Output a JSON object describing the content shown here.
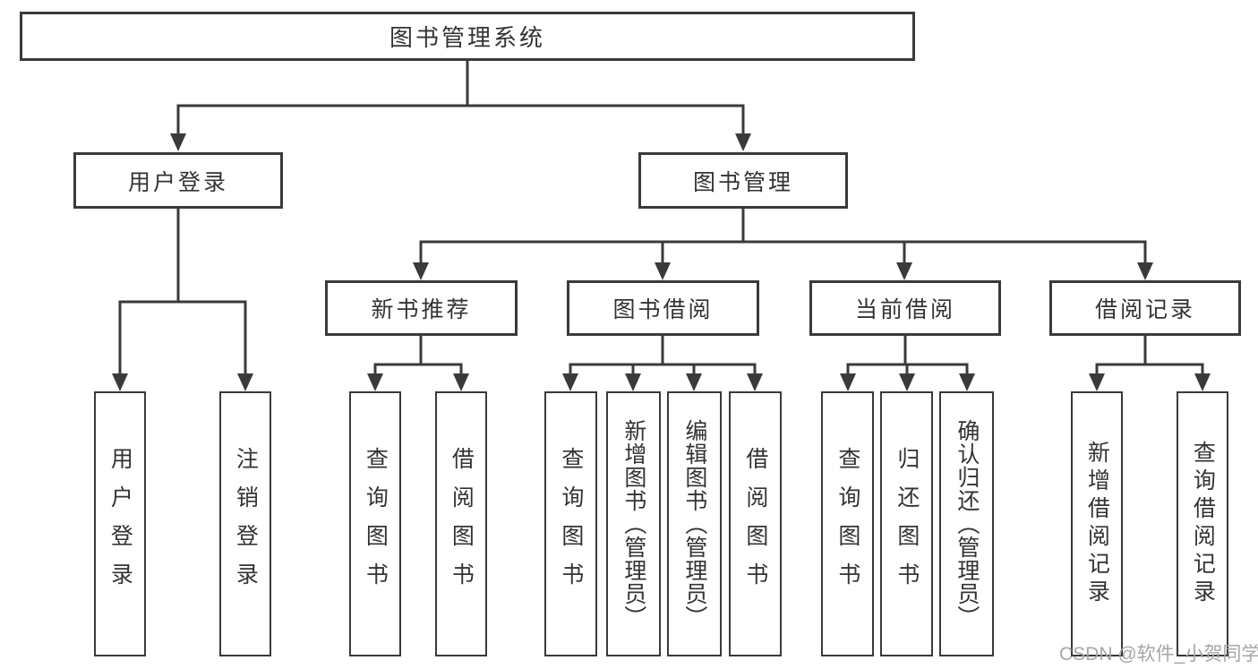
{
  "diagram": {
    "root": {
      "label": "图书管理系统"
    },
    "branches": {
      "user_login": {
        "label": "用户登录"
      },
      "book_management": {
        "label": "图书管理"
      }
    },
    "modules": {
      "new_book_recommend": {
        "label": "新书推荐"
      },
      "book_borrow": {
        "label": "图书借阅"
      },
      "current_borrow": {
        "label": "当前借阅"
      },
      "borrow_record": {
        "label": "借阅记录"
      }
    },
    "leaves": {
      "user_login": "用户登录",
      "logout": "注销登录",
      "rec_query_book": "查询图书",
      "rec_borrow_book": "借阅图书",
      "bb_query_book": "查询图书",
      "bb_add_book_admin": "新增图书（管理员）",
      "bb_edit_book_admin": "编辑图书（管理员）",
      "bb_borrow_book": "借阅图书",
      "cb_query_book": "查询图书",
      "cb_return_book": "归还图书",
      "cb_confirm_return_admin": "确认归还（管理员）",
      "br_add_record": "新增借阅记录",
      "br_query_record": "查询借阅记录"
    },
    "colors": {
      "line": "#3a3a3a",
      "text": "#333333",
      "background": "#ffffff",
      "watermark": "#a6a6a6"
    }
  },
  "watermark": {
    "text": "CSDN @软件_小贺同学"
  }
}
